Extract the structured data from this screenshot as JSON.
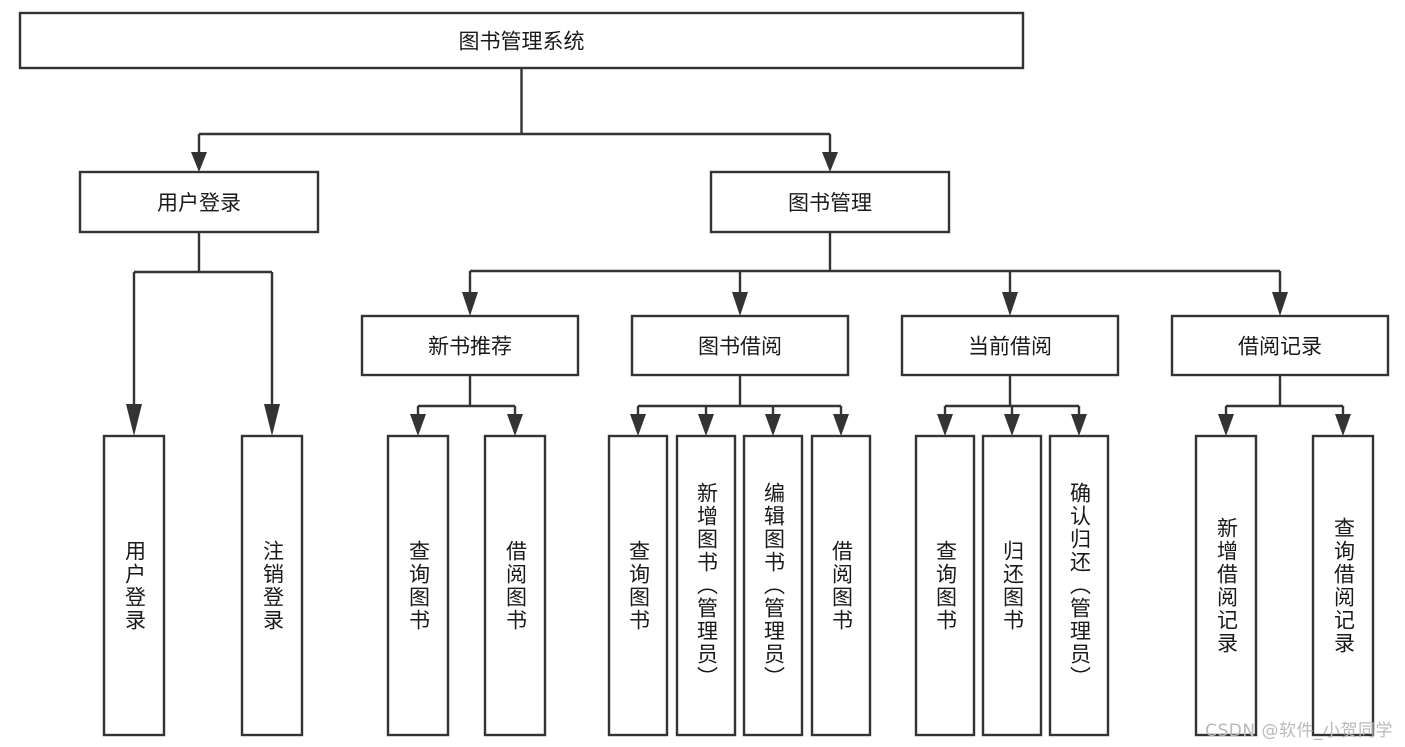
{
  "diagram": {
    "type": "tree",
    "title": "图书管理系统",
    "watermark": "CSDN @软件_小贺同学",
    "colors": {
      "box_stroke": "#333333",
      "box_fill": "#ffffff",
      "text": "#1a1a1a",
      "background": "#ffffff",
      "watermark": "#b9b9b9"
    },
    "levels": {
      "root": {
        "label": "图书管理系统"
      },
      "level2": [
        {
          "id": "user-login",
          "label": "用户登录"
        },
        {
          "id": "book-manage",
          "label": "图书管理"
        }
      ],
      "level3": [
        {
          "id": "new-book-recommend",
          "label": "新书推荐",
          "parent": "book-manage"
        },
        {
          "id": "book-borrow",
          "label": "图书借阅",
          "parent": "book-manage"
        },
        {
          "id": "current-borrow",
          "label": "当前借阅",
          "parent": "book-manage"
        },
        {
          "id": "borrow-record",
          "label": "借阅记录",
          "parent": "book-manage"
        }
      ],
      "leaves": [
        {
          "id": "leaf-user-login",
          "label": "用户登录",
          "parent": "user-login"
        },
        {
          "id": "leaf-logout-login",
          "label": "注销登录",
          "parent": "user-login"
        },
        {
          "id": "leaf-query-book-1",
          "label": "查询图书",
          "parent": "new-book-recommend"
        },
        {
          "id": "leaf-borrow-book-1",
          "label": "借阅图书",
          "parent": "new-book-recommend"
        },
        {
          "id": "leaf-query-book-2",
          "label": "查询图书",
          "parent": "book-borrow"
        },
        {
          "id": "leaf-add-book",
          "label": "新增图书（管理员）",
          "parent": "book-borrow"
        },
        {
          "id": "leaf-edit-book",
          "label": "编辑图书（管理员）",
          "parent": "book-borrow"
        },
        {
          "id": "leaf-borrow-book-2",
          "label": "借阅图书",
          "parent": "book-borrow"
        },
        {
          "id": "leaf-query-book-3",
          "label": "查询图书",
          "parent": "current-borrow"
        },
        {
          "id": "leaf-return-book",
          "label": "归还图书",
          "parent": "current-borrow"
        },
        {
          "id": "leaf-confirm-return",
          "label": "确认归还（管理员）",
          "parent": "current-borrow"
        },
        {
          "id": "leaf-add-record",
          "label": "新增借阅记录",
          "parent": "borrow-record"
        },
        {
          "id": "leaf-query-record",
          "label": "查询借阅记录",
          "parent": "borrow-record"
        }
      ]
    }
  }
}
